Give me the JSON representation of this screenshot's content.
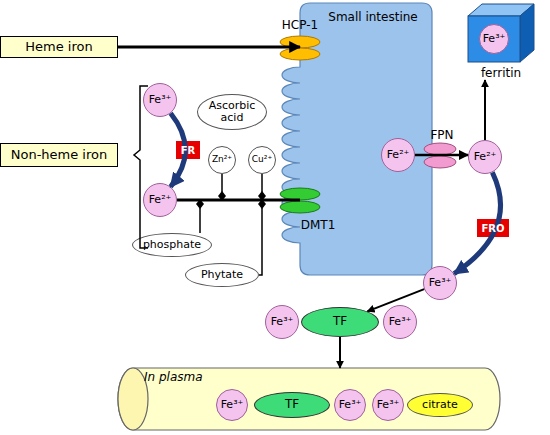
{
  "diagram": {
    "nodes": [
      {
        "text": [
          "Heme iron"
        ]
      },
      {
        "text": [
          "Small intestine"
        ]
      },
      {
        "text": [
          "ferritin"
        ]
      },
      {
        "text": [
          "Fe³⁺"
        ],
        "in": 2
      },
      {
        "text": [
          "Non-heme iron"
        ]
      },
      {
        "text": [
          "Fe³⁺"
        ]
      },
      {
        "text": [
          "FR"
        ]
      },
      {
        "text": [
          "Ascorbic acid"
        ]
      },
      {
        "text": [
          "Fe²⁺"
        ],
        "in": 1
      },
      {
        "text": [
          "Fe²⁺"
        ]
      },
      {
        "text": [
          "Zn²⁺"
        ]
      },
      {
        "text": [
          "Cu²⁺"
        ]
      },
      {
        "text": [
          "Fe²⁺"
        ]
      },
      {
        "text": [
          "FRO"
        ]
      },
      {
        "text": [
          "phosphate"
        ]
      },
      {
        "text": [
          "Fe³⁺"
        ]
      },
      {
        "text": [
          "Phytate"
        ]
      },
      {
        "text": [
          "Fe³⁺"
        ]
      },
      {
        "text": [
          "TF"
        ]
      },
      {
        "text": [
          "Fe³⁺"
        ]
      },
      {
        "text": [
          "In plasma"
        ]
      },
      {
        "text": [
          "Fe³⁺"
        ],
        "in": 20
      },
      {
        "text": [
          "TF"
        ],
        "in": 20
      },
      {
        "text": [
          "Fe³⁺"
        ],
        "in": 20
      },
      {
        "text": [
          "Fe³⁺"
        ],
        "in": 20
      },
      {
        "text": [
          "citrate"
        ],
        "in": 20
      }
    ],
    "edges": [
      {
        "from": 0,
        "to": 1,
        "arrow": "to"
      },
      {
        "from": 5,
        "to": 12,
        "arrow": "to"
      },
      {
        "from": 12,
        "to": 1,
        "arrow": "none"
      },
      {
        "from": 8,
        "to": 9,
        "arrow": "to"
      },
      {
        "from": 9,
        "to": 2,
        "arrow": "to"
      },
      {
        "from": 9,
        "to": 15,
        "arrow": "to"
      },
      {
        "from": 15,
        "to": 18,
        "arrow": "to"
      },
      {
        "from": 18,
        "to": 20,
        "arrow": "to"
      }
    ],
    "labels": [
      "HCP-1",
      "FPN",
      "DMT1"
    ]
  }
}
